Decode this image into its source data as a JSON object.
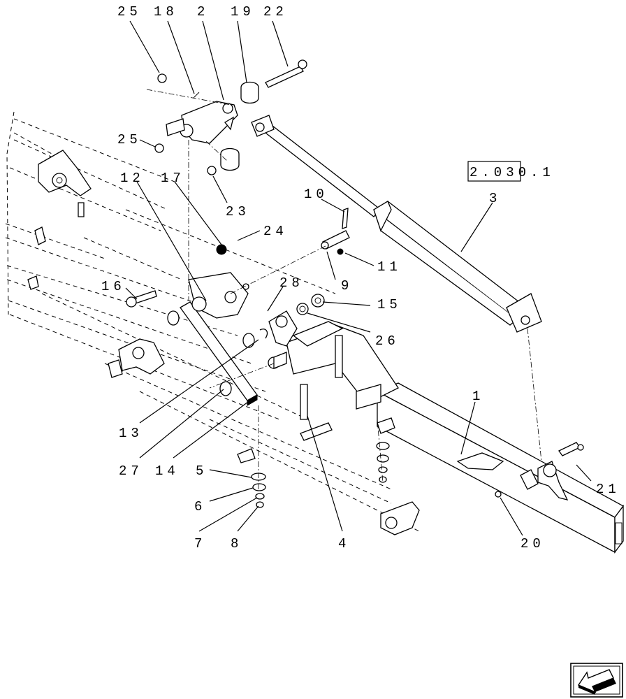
{
  "reference_box": "2.030.1",
  "callouts": {
    "c25a": "25",
    "c18": "18",
    "c2": "2",
    "c19": "19",
    "c22": "22",
    "c25b": "25",
    "c12": "12",
    "c17": "17",
    "c23": "23",
    "c24": "24",
    "c10": "10",
    "c11": "11",
    "c3": "3",
    "c9": "9",
    "c28": "28",
    "c15": "15",
    "c26": "26",
    "c16": "16",
    "c13": "13",
    "c27": "27",
    "c14": "14",
    "c5": "5",
    "c6": "6",
    "c7": "7",
    "c8": "8",
    "c4": "4",
    "c1": "1",
    "c21": "21",
    "c20": "20"
  },
  "icons": {
    "nav": "back-arrow-icon"
  }
}
